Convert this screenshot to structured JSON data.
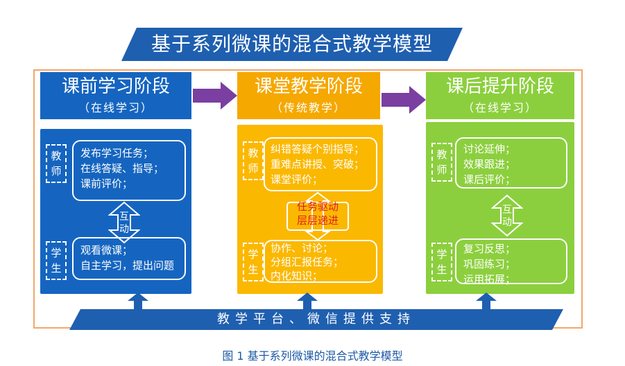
{
  "title": "基于系列微课的混合式教学模型",
  "stages": [
    {
      "name": "课前学习阶段",
      "mode": "（在线学习）",
      "teacher_label": "教师",
      "teacher_items": [
        "发布学习任务；",
        "在线答疑、指导；",
        "课前评价；"
      ],
      "interaction_label": "互动",
      "student_label": "学生",
      "student_items": [
        "观看微课；",
        "自主学习，提出问题"
      ]
    },
    {
      "name": "课堂教学阶段",
      "mode": "（传统教学）",
      "teacher_label": "教师",
      "teacher_items": [
        "纠错答疑个别指导；",
        "重难点讲授、突破；",
        "课堂评价；"
      ],
      "interaction_label": "任务驱动层层递进",
      "interaction_lines": [
        "任务驱动",
        "层层递进"
      ],
      "student_label": "学生",
      "student_items": [
        "协作、讨论；",
        "分组汇报任务；",
        "内化知识；"
      ]
    },
    {
      "name": "课后提升阶段",
      "mode": "（在线学习）",
      "teacher_label": "教师",
      "teacher_items": [
        "讨论延伸；",
        "效果跟进；",
        "课后评价；"
      ],
      "interaction_label": "互动",
      "student_label": "学生",
      "student_items": [
        "复习反思；",
        "巩固练习；",
        "运用拓展；"
      ]
    }
  ],
  "platform": "教学平台、微信提供支持",
  "caption": "图 1   基于系列微课的混合式教学模型",
  "colors": {
    "blue": "#1565c0",
    "orange": "#f5a800",
    "orange_panel": "#fbb800",
    "green": "#8ccf3e",
    "arrow_purple": "#7a3fa1",
    "frame": "#f0a66a",
    "interaction_text_red": "#e02020",
    "caption_blue": "#1b5aa6",
    "platform_blue": "#1f5fb0"
  }
}
